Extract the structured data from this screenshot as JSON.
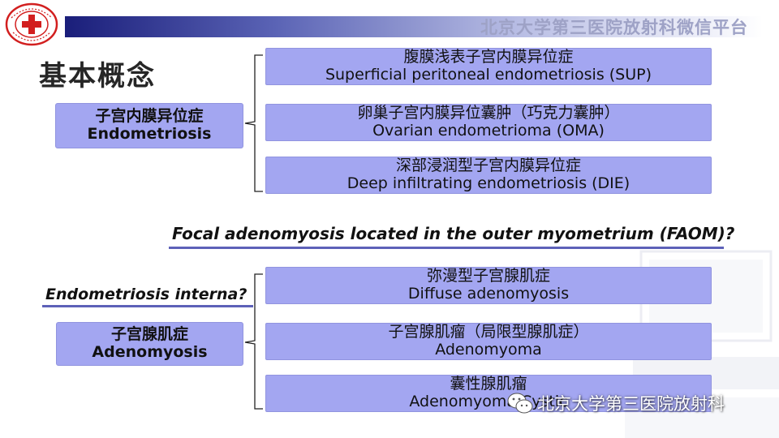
{
  "header": {
    "title": "北京大学第三医院放射科微信平台"
  },
  "page_title": "基本概念",
  "group1": {
    "main": {
      "zh": "子宫内膜异位症",
      "en": "Endometriosis"
    },
    "items": [
      {
        "zh": "腹膜浅表子宫内膜异位症",
        "en": "Superficial peritoneal endometriosis (SUP)"
      },
      {
        "zh": "卵巢子宫内膜异位囊肿（巧克力囊肿）",
        "en": "Ovarian endometrioma (OMA)"
      },
      {
        "zh": "深部浸润型子宫内膜异位症",
        "en": "Deep infiltrating endometriosis (DIE)"
      }
    ]
  },
  "question_faom": "Focal adenomyosis located in the outer myometrium (FAOM)?",
  "question_interna": "Endometriosis interna?",
  "group2": {
    "main": {
      "zh": "子宫腺肌症",
      "en": "Adenomyosis"
    },
    "items": [
      {
        "zh": "弥漫型子宫腺肌症",
        "en": "Diffuse adenomyosis"
      },
      {
        "zh": "子宫腺肌瘤（局限型腺肌症）",
        "en": "Adenomyoma"
      },
      {
        "zh": "囊性腺肌瘤",
        "en": "Adenomyoma Cystic"
      }
    ]
  },
  "watermark": {
    "text": "北京大学第三医院放射科"
  },
  "colors": {
    "box_fill": "#a3a6f1",
    "header_dark": "#1a1e7a",
    "header_text": "#9ea2c6",
    "accent_line": "#5d61b8"
  },
  "icons": [
    "hospital-logo-icon",
    "wechat-icon"
  ]
}
